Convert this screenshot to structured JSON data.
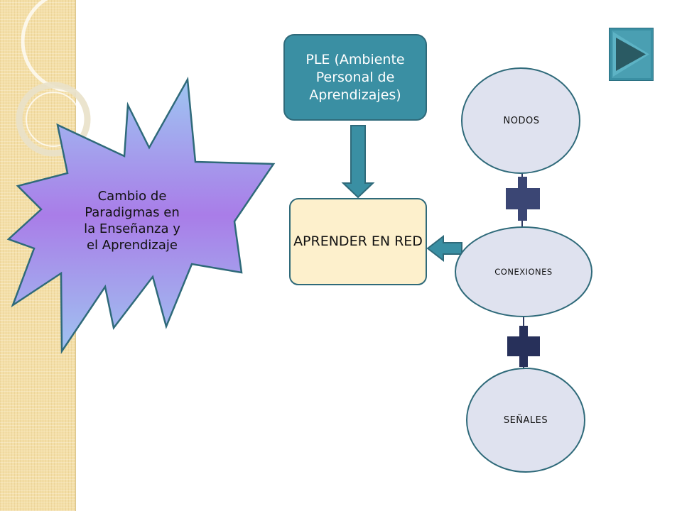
{
  "diagram": {
    "star_label": "Cambio de Paradigmas en la Enseñanza y el Aprendizaje",
    "ple_label": "PLE (Ambiente Personal de Aprendizajes)",
    "aprender_label": "APRENDER EN RED",
    "nodos_label": "NODOS",
    "conexiones_label": "CONEXIONES",
    "senales_label": "SEÑALES"
  },
  "nav": {
    "next_icon": "play-forward-icon"
  },
  "colors": {
    "teal": "#3a8fa3",
    "cream": "#fdf0cc",
    "node_fill": "#dfe2ef",
    "plus": "#2e3a62",
    "star_top": "#9ec6f2",
    "star_mid": "#a97de8"
  }
}
